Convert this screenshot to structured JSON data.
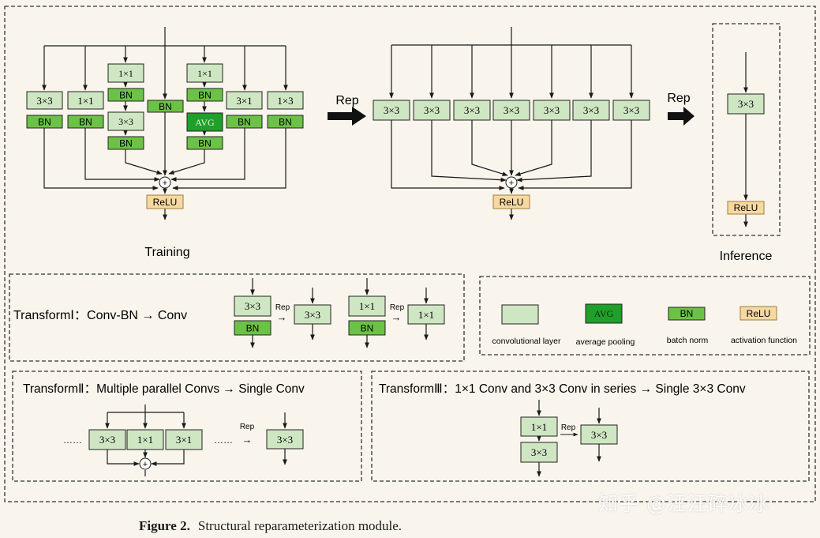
{
  "figure": {
    "caption_label": "Figure 2.",
    "caption_text": "Structural reparameterization module.",
    "watermark": "知乎 @汪汪碎冰冰"
  },
  "colors": {
    "conv": "#cfe6c3",
    "bn": "#6cc247",
    "avg": "#1fa02b",
    "relu": "#f6d9a2",
    "line": "#1a1a1a",
    "background": "#f9f5ec"
  },
  "training": {
    "label": "Training",
    "branches": {
      "b1_conv": "3×3",
      "b1_bn": "BN",
      "b2_conv": "1×1",
      "b2_bn": "BN",
      "b3_conv1": "1×1",
      "b3_bn1": "BN",
      "b3_conv2": "3×3",
      "b3_bn2": "BN",
      "b4_bn": "BN",
      "b5_conv": "1×1",
      "b5_bn1": "BN",
      "b5_avg": "AVG",
      "b5_bn2": "BN",
      "b6_conv": "3×1",
      "b6_bn": "BN",
      "b7_conv": "1×3",
      "b7_bn": "BN"
    },
    "sum_symbol": "+",
    "relu": "ReLU"
  },
  "rep_arrow_1": "Rep",
  "middle": {
    "convs": [
      "3×3",
      "3×3",
      "3×3",
      "3×3",
      "3×3",
      "3×3",
      "3×3"
    ],
    "sum_symbol": "+",
    "relu": "ReLU"
  },
  "rep_arrow_2": "Rep",
  "inference": {
    "label": "Inference",
    "conv": "3×3",
    "relu": "ReLU"
  },
  "transform1": {
    "title": "TransformⅠ：Conv-BN → Conv",
    "a_conv": "3×3",
    "a_bn": "BN",
    "a_rep": "Rep",
    "a_arrow": "→",
    "a_out": "3×3",
    "b_conv": "1×1",
    "b_bn": "BN",
    "b_rep": "Rep",
    "b_arrow": "→",
    "b_out": "1×1"
  },
  "legend": {
    "avg_text": "AVG",
    "bn_text": "BN",
    "relu_text": "ReLU",
    "conv_label": "convolutional layer",
    "avg_label": "average pooling",
    "bn_label": "batch norm",
    "relu_label": "activation function"
  },
  "transform2": {
    "title": "TransformⅡ：Multiple parallel  Convs → Single Conv",
    "dots_left": "……",
    "convs": [
      "3×3",
      "1×1",
      "3×1"
    ],
    "dots_right": "……",
    "rep": "Rep",
    "arrow": "→",
    "out": "3×3",
    "sum_symbol": "+"
  },
  "transform3": {
    "title": "TransformⅢ：1×1 Conv and 3×3 Conv in series → Single 3×3 Conv",
    "conv1": "1×1",
    "conv2": "3×3",
    "rep": "Rep",
    "out": "3×3"
  }
}
